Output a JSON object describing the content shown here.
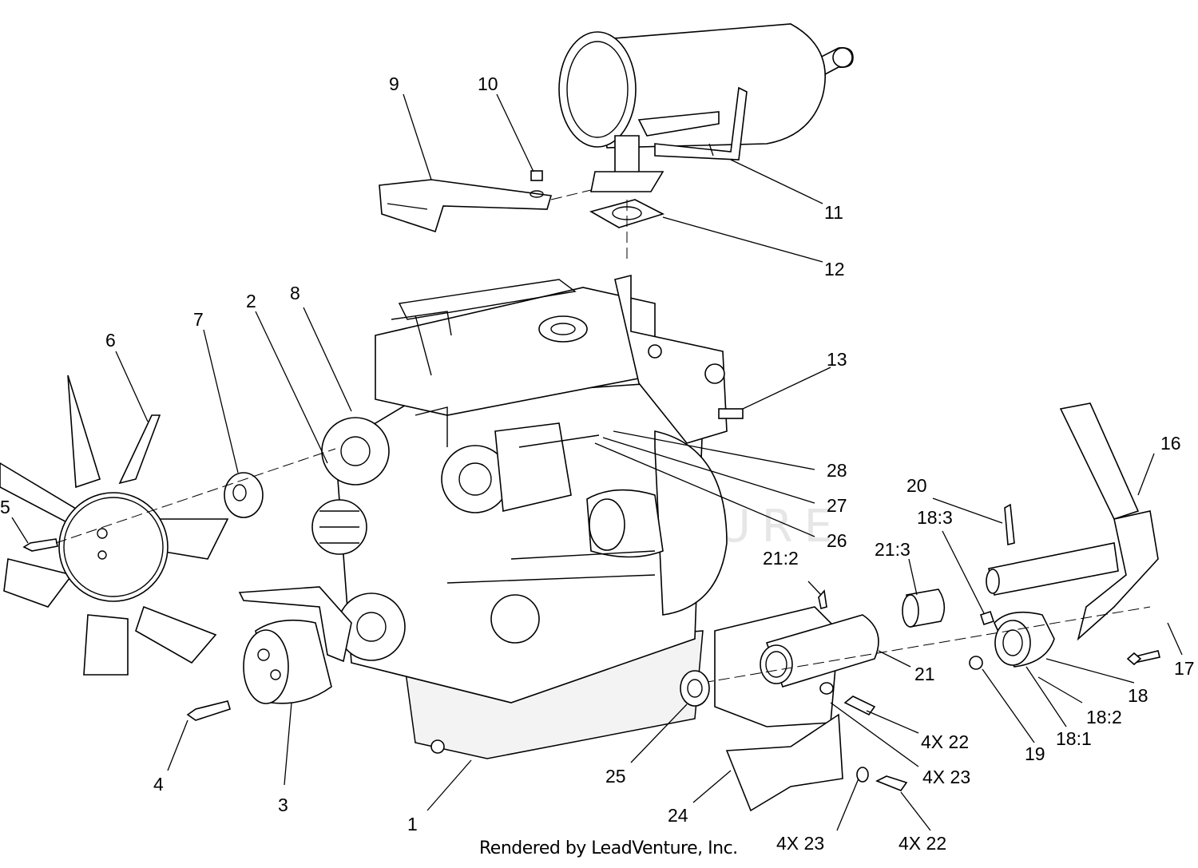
{
  "footer": "Rendered by LeadVenture, Inc.",
  "watermark": "LEADVENTURE",
  "callouts": {
    "c1": "1",
    "c2": "2",
    "c3": "3",
    "c4": "4",
    "c5": "5",
    "c6": "6",
    "c7": "7",
    "c8": "8",
    "c9": "9",
    "c10": "10",
    "c11": "11",
    "c12": "12",
    "c13": "13",
    "c16": "16",
    "c17": "17",
    "c18": "18",
    "c18_1": "18:1",
    "c18_2": "18:2",
    "c18_3": "18:3",
    "c19": "19",
    "c20": "20",
    "c21": "21",
    "c21_2": "21:2",
    "c21_3": "21:3",
    "c22a": "4X 22",
    "c22b": "4X 22",
    "c23a": "4X 23",
    "c23b": "4X 23",
    "c24": "24",
    "c25": "25",
    "c26": "26",
    "c27": "27",
    "c28": "28"
  }
}
